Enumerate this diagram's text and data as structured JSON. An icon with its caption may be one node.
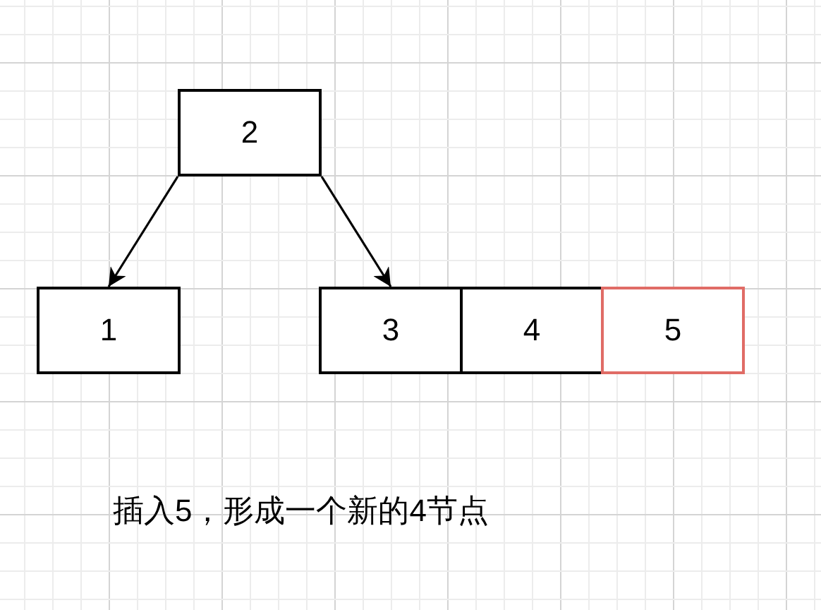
{
  "diagram": {
    "caption": "插入5，形成一个新的4节点",
    "nodes": [
      {
        "text": [
          "2"
        ]
      },
      {
        "text": [
          "1"
        ]
      },
      {
        "text": [
          "3"
        ]
      },
      {
        "text": [
          "4"
        ]
      },
      {
        "text": [
          "5"
        ]
      }
    ],
    "edges": [
      {
        "from": 0,
        "to": 1,
        "arrow": "to"
      },
      {
        "from": 0,
        "to": 2,
        "arrow": "to"
      }
    ]
  }
}
